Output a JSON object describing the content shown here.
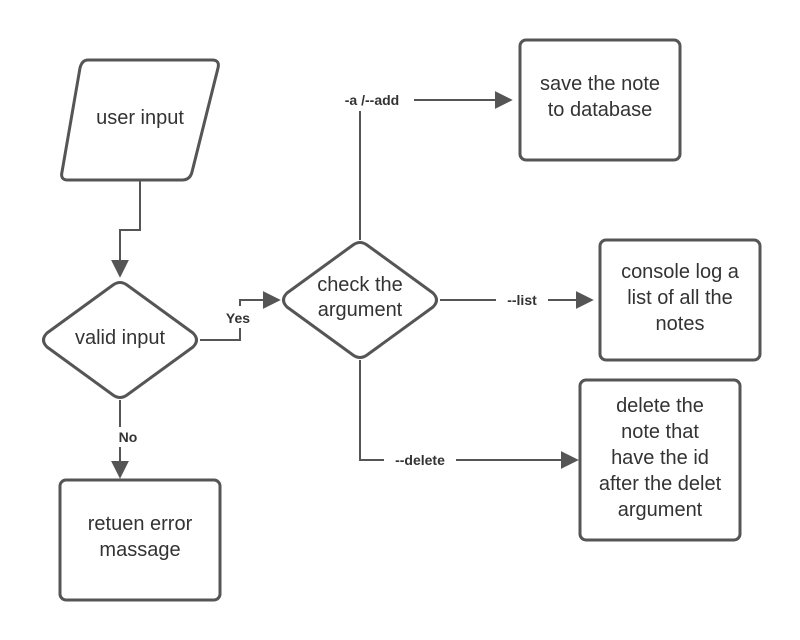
{
  "colors": {
    "stroke": "#555555",
    "text": "#333333",
    "background": "#ffffff"
  },
  "nodes": {
    "user_input": {
      "lines": [
        "user input"
      ]
    },
    "valid_input": {
      "lines": [
        "valid input"
      ]
    },
    "return_error": {
      "lines": [
        "retuen  error",
        "massage"
      ]
    },
    "check_argument": {
      "lines": [
        "check the",
        "argument"
      ]
    },
    "save_note": {
      "lines": [
        "save the note",
        "to database"
      ]
    },
    "list_notes": {
      "lines": [
        "console log a",
        "list of all the",
        "notes"
      ]
    },
    "delete_note": {
      "lines": [
        "delete the",
        "note that",
        "have the id",
        "after the delet",
        "argument"
      ]
    }
  },
  "edges": {
    "yes": "Yes",
    "no": "No",
    "add": "-a /--add",
    "list": "--list",
    "delete": "--delete"
  }
}
